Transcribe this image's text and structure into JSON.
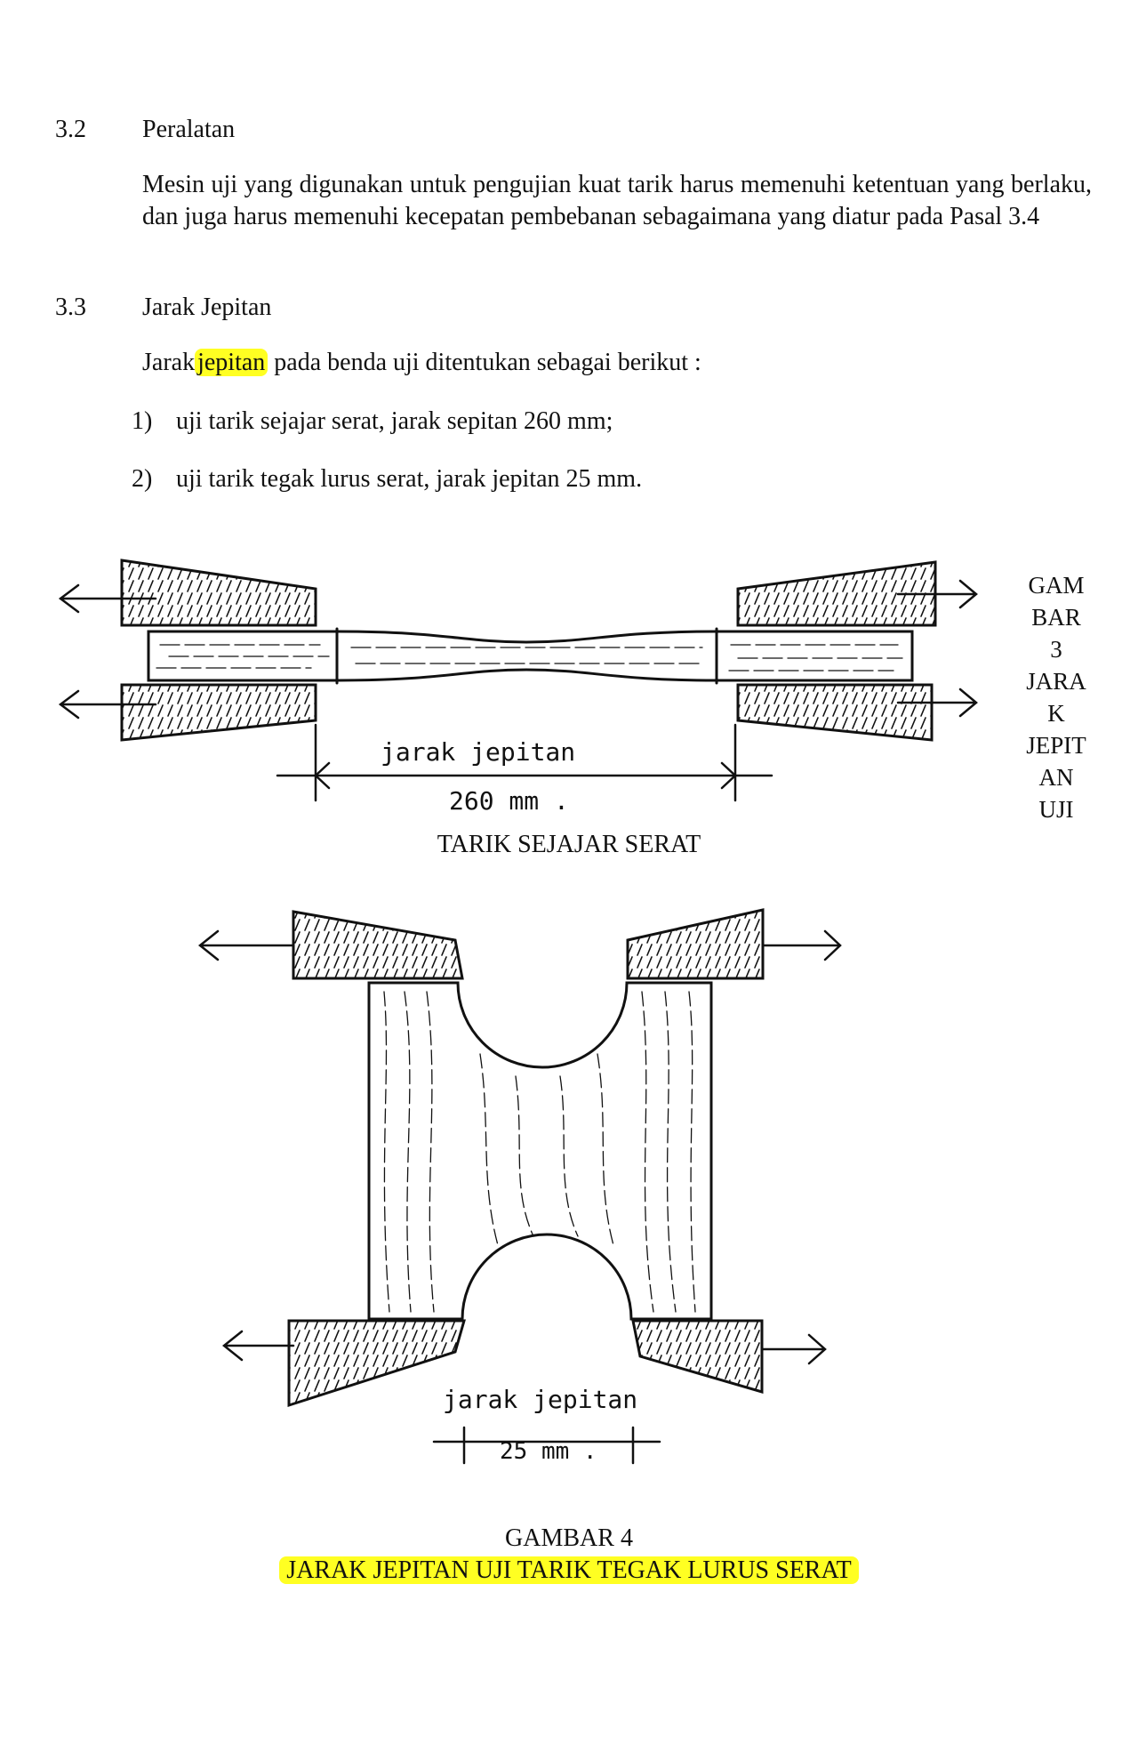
{
  "section_2": {
    "number": "3.2",
    "title": "Peralatan",
    "body": "Mesin uji yang digunakan untuk pengujian kuat tarik harus memenuhi ketentuan yang berlaku, dan juga harus memenuhi kecepatan pembebanan sebagaimana yang diatur pada Pasal 3.4"
  },
  "section_3": {
    "number": "3.3",
    "title": "Jarak Jepitan",
    "intro_before": "Jarak",
    "intro_highlight": "jepitan",
    "intro_after": "pada benda uji ditentukan sebagai berikut :",
    "items": [
      {
        "num": "1)",
        "text": "uji tarik sejajar serat, jarak sepitan 260 mm;"
      },
      {
        "num": "2)",
        "text": "uji tarik tegak lurus serat, jarak jepitan 25 mm."
      }
    ]
  },
  "figure_3": {
    "side_caption": [
      "GAM",
      "BAR",
      "3",
      "JARA",
      "K",
      "JEPIT",
      "AN",
      "UJI"
    ],
    "label": "jarak jepitan",
    "dimension": "260 mm .",
    "caption": "TARIK SEJAJAR SERAT"
  },
  "figure_4": {
    "label": "jarak jepitan",
    "dimension": "25 mm .",
    "caption_title": "GAMBAR 4",
    "caption_subtitle": "JARAK JEPITAN UJI TARIK TEGAK LURUS SERAT"
  },
  "colors": {
    "highlight": "#ffff22",
    "ink": "#111111"
  }
}
